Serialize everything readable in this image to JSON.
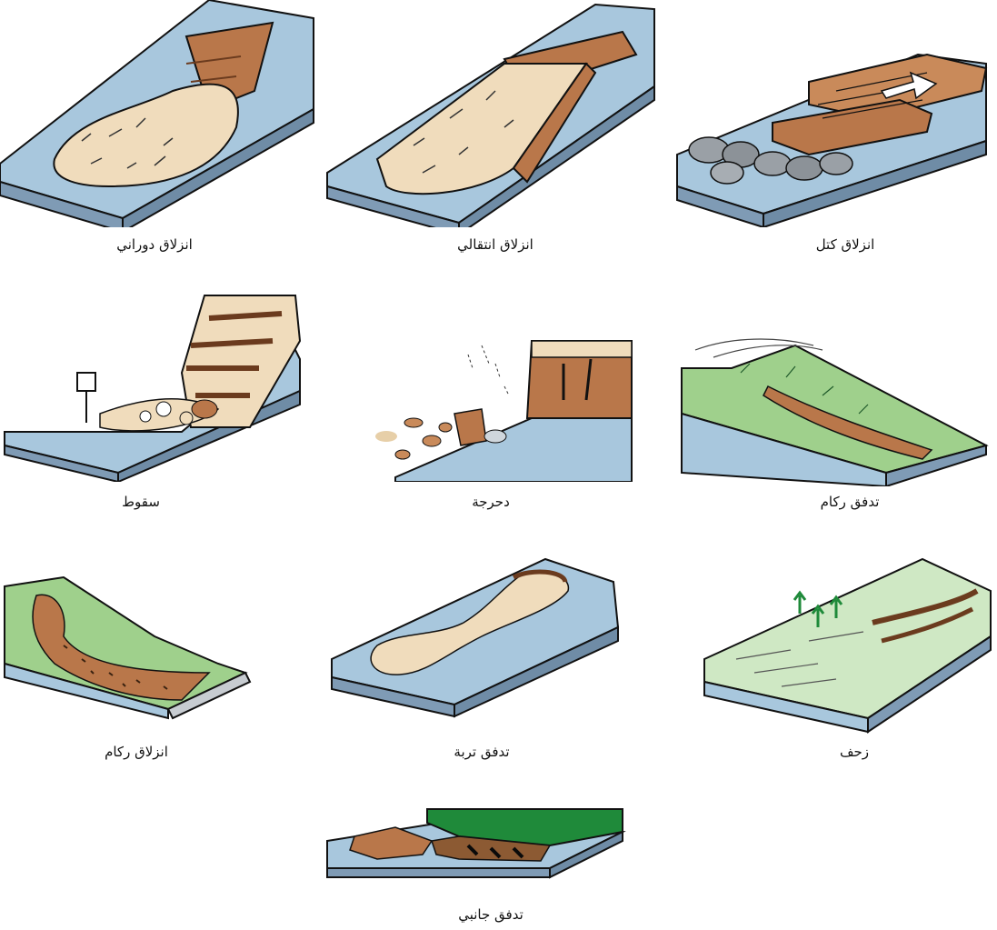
{
  "colors": {
    "sky_blue_base": "#a8c7dd",
    "slate_side": "#7f9bb5",
    "sand": "#f0dcbc",
    "brown": "#b9774a",
    "dark_brown": "#6b3b1e",
    "green": "#9fd08c",
    "dark_green": "#1f8a3a",
    "gray_rock": "#9aa0a6",
    "pale_green": "#cfe8c4"
  },
  "labels": {
    "rotational_slide": "انزلاق دوراني",
    "translational_slide": "انزلاق انتقالي",
    "block_slide": "انزلاق كتل",
    "fall": "سقوط",
    "topple": "دحرجة",
    "debris_flow": "تدفق ركام",
    "debris_slide": "انزلاق ركام",
    "earthflow": "تدفق تربة",
    "creep": "زحف",
    "lateral_spread": "تدفق جانبي"
  }
}
